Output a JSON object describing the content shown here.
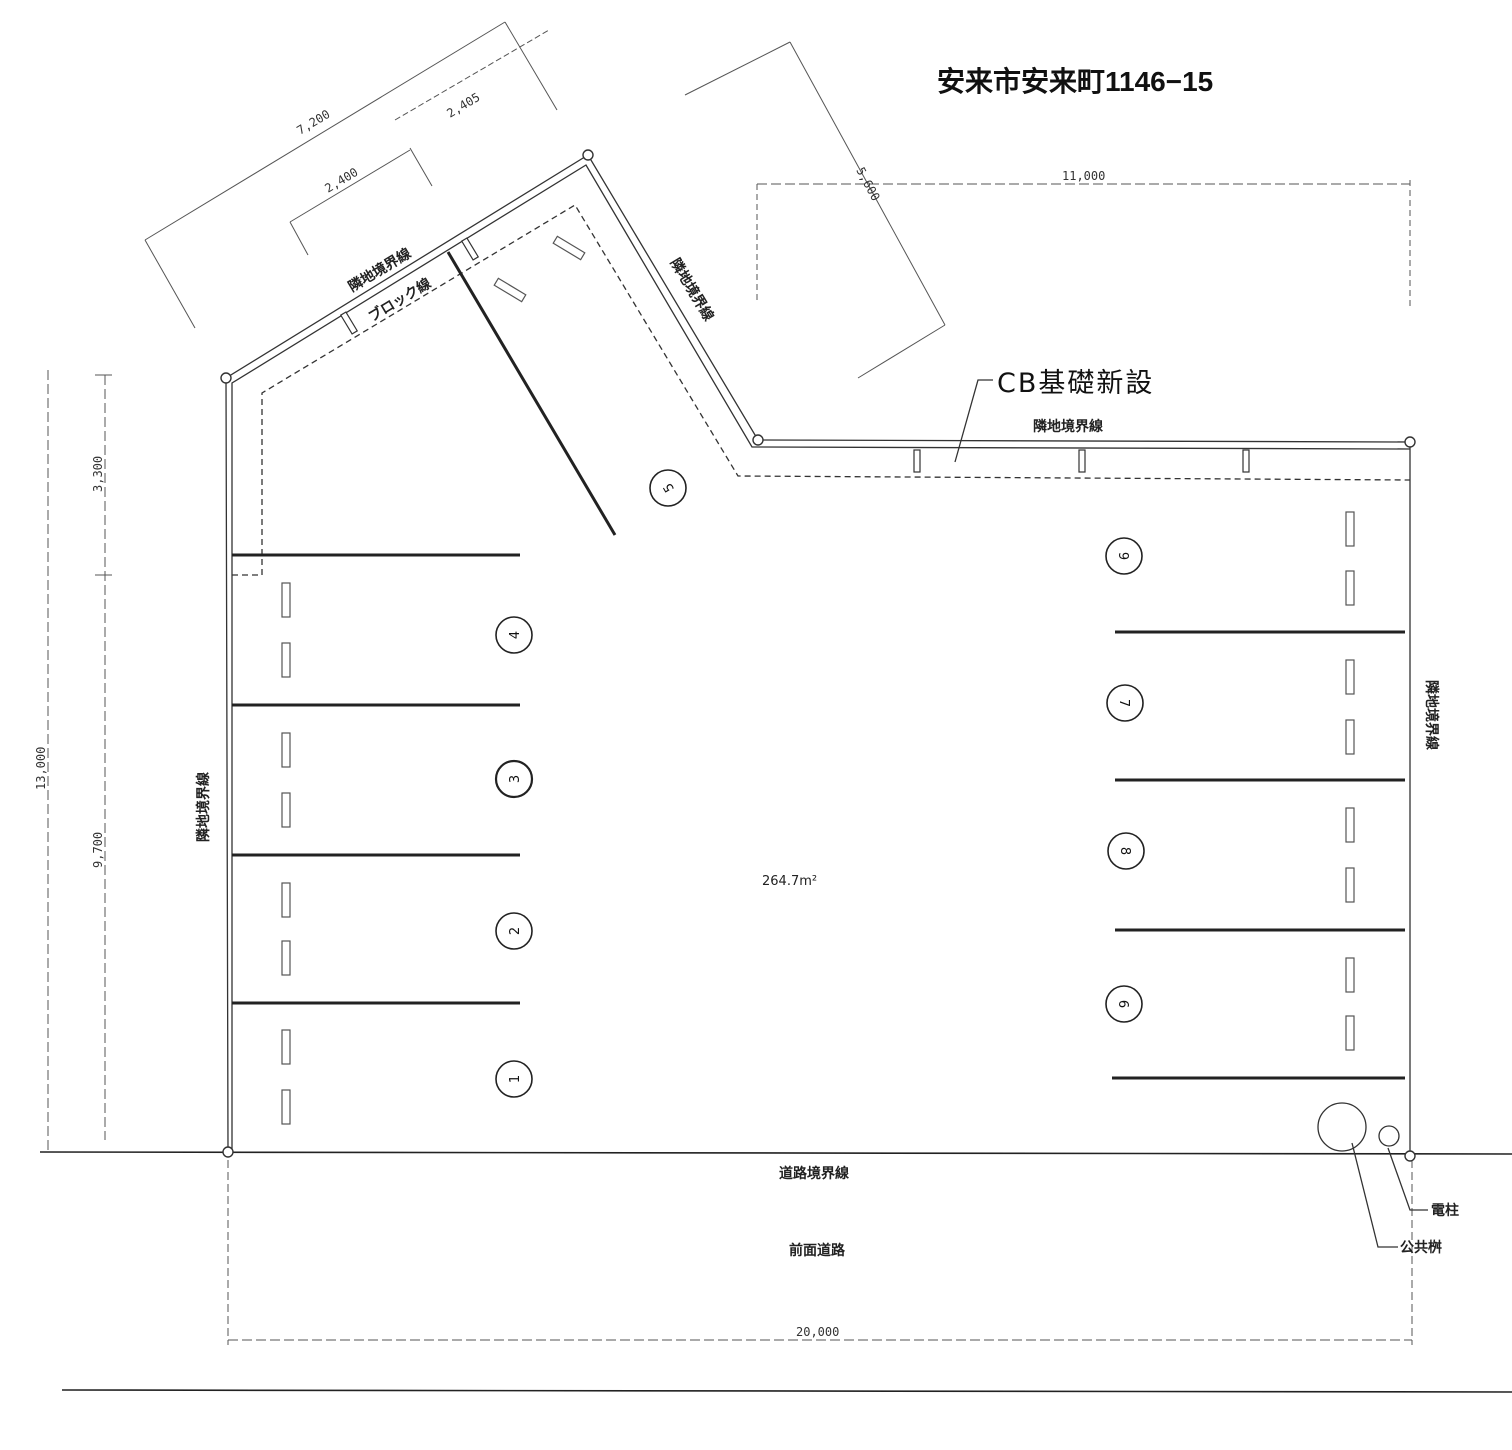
{
  "title": "安来市安来町1146−15",
  "cb_note": "CB基礎新設",
  "labels": {
    "boundary_top_left": "隣地境界線",
    "block_line": "ブロック線",
    "boundary_diagonal": "隣地境界線",
    "boundary_top_right": "隣地境界線",
    "boundary_left": "隣地境界線",
    "boundary_right": "隣地境界線",
    "road_boundary": "道路境界線",
    "front_road": "前面道路",
    "utility_pole": "電柱",
    "public_basin": "公共桝",
    "area": "264.7m²"
  },
  "dimensions": {
    "d7200": "7,200",
    "d2405": "2,405",
    "d2400": "2,400",
    "d5600": "5,600",
    "d11000": "11,000",
    "d3300": "3,300",
    "d13000": "13,000",
    "d9700": "9,700",
    "d20000": "20,000"
  },
  "spaces": [
    "1",
    "2",
    "3",
    "4",
    "5",
    "6",
    "7",
    "8",
    "9"
  ]
}
